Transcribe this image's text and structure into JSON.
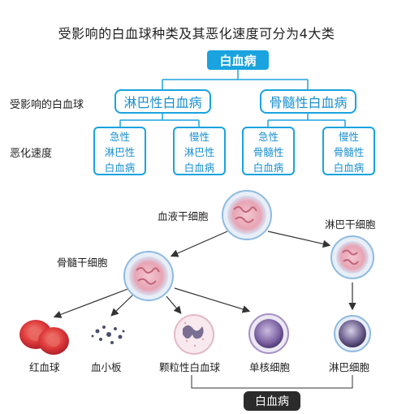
{
  "title": "受影响的白血球种类及其恶化速度可分为4大类",
  "side_labels": {
    "affected": "受影响的白血球",
    "speed": "恶化速度"
  },
  "tree": {
    "root": "白血病",
    "categories": [
      "淋巴性白血病",
      "骨髓性白血病"
    ],
    "subtypes": [
      [
        "急性",
        "淋巴性",
        "白血病"
      ],
      [
        "慢性",
        "淋巴性",
        "白血病"
      ],
      [
        "急性",
        "骨髓性",
        "白血病"
      ],
      [
        "慢性",
        "骨髓性",
        "白血病"
      ]
    ]
  },
  "cells": {
    "blood_stem": "血液干细胞",
    "lymph_stem": "淋巴干细胞",
    "marrow_stem": "骨髓干细胞",
    "rbc": "红血球",
    "platelet": "血小板",
    "granulocyte": "颗粒性白血球",
    "monocyte": "单核细胞",
    "lymphocyte": "淋巴细胞"
  },
  "bottom_label": "白血病",
  "colors": {
    "accent": "#1aa3df",
    "bottom_box": "#2b2b2b",
    "rbc": "#d9333a",
    "cell_ring": "#4fa8e0"
  }
}
